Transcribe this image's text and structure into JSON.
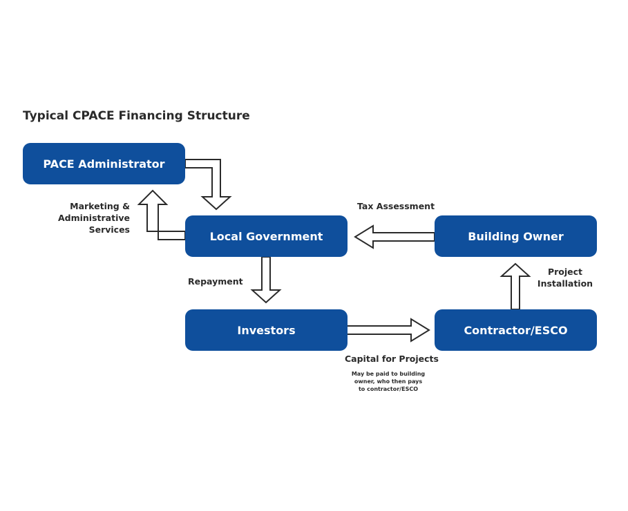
{
  "title": "Typical CPACE Financing Structure",
  "nodes": {
    "pace_admin": "PACE Administrator",
    "local_gov": "Local Government",
    "building_owner": "Building Owner",
    "investors": "Investors",
    "contractor": "Contractor/ESCO"
  },
  "labels": {
    "marketing": [
      "Marketing &",
      "Administrative",
      "Services"
    ],
    "tax_assessment": "Tax Assessment",
    "repayment": "Repayment",
    "project_installation": [
      "Project",
      "Installation"
    ],
    "capital": "Capital for Projects",
    "capital_note": [
      "May be paid to building",
      "owner, who then pays",
      "to contractor/ESCO"
    ]
  },
  "colors": {
    "box": "#0f4f9c",
    "box_text": "#ffffff",
    "arrow_fill": "#ffffff",
    "arrow_stroke": "#2a2a2a"
  }
}
